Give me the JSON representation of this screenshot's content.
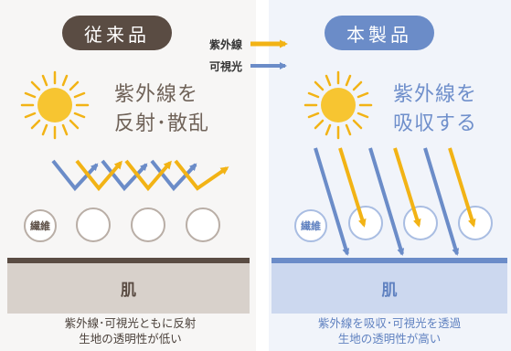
{
  "left_panel": {
    "title": "従来品",
    "caption_line1": "紫外線を",
    "caption_line2": "反射･散乱",
    "fiber_label": "繊維",
    "skin_label": "肌",
    "bottom_line1": "紫外線･可視光ともに反射",
    "bottom_line2": "生地の透明性が低い",
    "color_pill": "#5a4c43"
  },
  "right_panel": {
    "title": "本製品",
    "caption_line1": "紫外線を",
    "caption_line2": "吸収する",
    "fiber_label": "繊維",
    "skin_label": "肌",
    "bottom_line1": "紫外線を吸収･可視光を透過",
    "bottom_line2": "生地の透明性が高い",
    "color_pill": "#6b8cc8"
  },
  "legend": {
    "uv_label": "紫外線",
    "visible_label": "可視光",
    "uv_color": "#f2b315",
    "visible_color": "#6b8cc8"
  },
  "icons": [
    "sun-icon",
    "fiber-circle-icon",
    "arrow-icon"
  ]
}
